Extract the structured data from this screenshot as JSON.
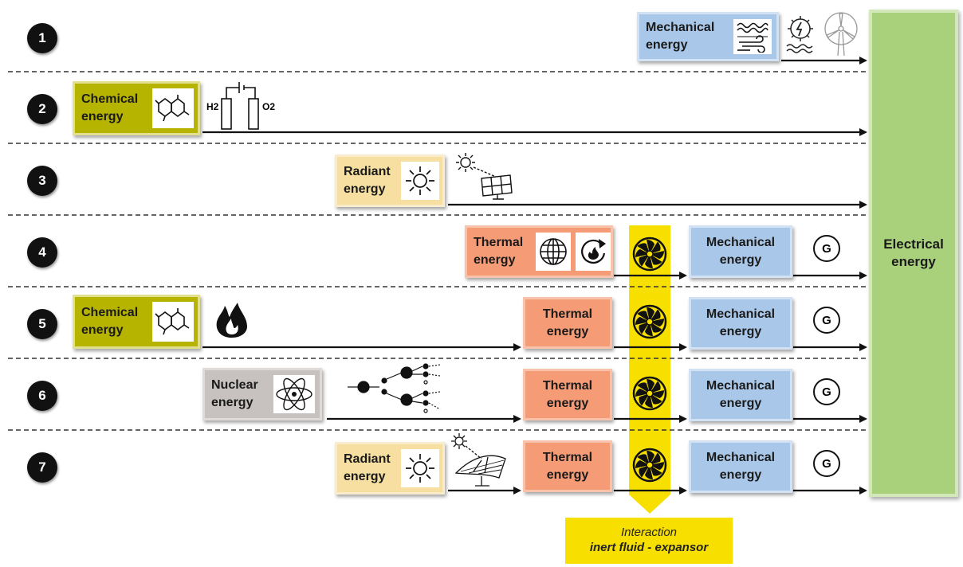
{
  "rows": [
    {
      "number": "1"
    },
    {
      "number": "2"
    },
    {
      "number": "3"
    },
    {
      "number": "4"
    },
    {
      "number": "5"
    },
    {
      "number": "6"
    },
    {
      "number": "7"
    }
  ],
  "labels": {
    "mechanical": "Mechanical energy",
    "chemical": "Chemical energy",
    "radiant": "Radiant energy",
    "thermal": "Thermal energy",
    "nuclear": "Nuclear energy",
    "electrical": "Electrical energy",
    "generator": "G"
  },
  "fuel_cell": {
    "h2": "H2",
    "o2": "O2"
  },
  "interaction": {
    "line1": "Interaction",
    "line2": "inert fluid - expansor"
  },
  "colors": {
    "chemical": "#b7b400",
    "radiant": "#f6dfa1",
    "nuclear": "#c7c2bf",
    "thermal": "#f59b76",
    "mechanical": "#a9c8e9",
    "electrical": "#a9d17c",
    "interaction": "#f7e000"
  }
}
